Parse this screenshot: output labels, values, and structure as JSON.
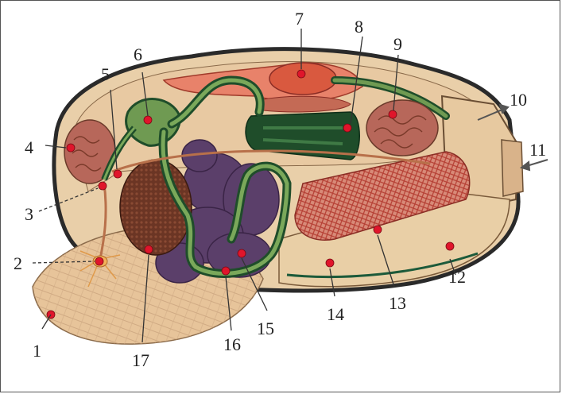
{
  "diagram": {
    "labels": [
      "1",
      "2",
      "3",
      "4",
      "5",
      "6",
      "7",
      "8",
      "9",
      "10",
      "11",
      "12",
      "13",
      "14",
      "15",
      "16",
      "17"
    ]
  },
  "colors": {
    "shell_outline": "#2a2a2a",
    "mantle": "#e8c9a2",
    "foot": "#e7c49a",
    "gill_green": "#1f4d2a",
    "gut_green": "#6f9a52",
    "muscle_red": "#c84a3a",
    "heart": "#d9593f",
    "gonad_purple": "#5b3f6a",
    "liver_brown": "#6b3524",
    "kidney": "#b7675a",
    "marker_red": "#e0152b"
  }
}
